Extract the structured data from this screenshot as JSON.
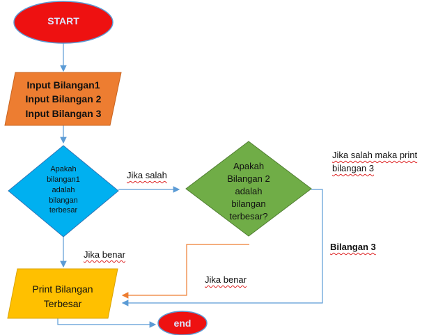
{
  "nodes": {
    "start": {
      "text": "START",
      "fill": "#ee1111",
      "stroke": "#5b9bd5",
      "text_color": "#dde6ff"
    },
    "input": {
      "lines": [
        "Input Bilangan1",
        "Input Bilangan 2",
        "Input Bilangan 3"
      ],
      "fill": "#ed7d31",
      "stroke": "#c86420"
    },
    "decision1": {
      "lines": [
        "Apakah",
        "bilangan1",
        "adalah",
        "bilangan",
        "terbesar"
      ],
      "fill": "#00b0f0",
      "stroke": "#2e75b6"
    },
    "decision2": {
      "lines": [
        "Apakah",
        "Bilangan 2",
        "adalah",
        "bilangan",
        "terbesar?"
      ],
      "fill": "#70ad47",
      "stroke": "#507e32"
    },
    "print": {
      "lines": [
        "Print Bilangan",
        "Terbesar"
      ],
      "fill": "#ffc000",
      "stroke": "#d9a300"
    },
    "end": {
      "text": "end",
      "fill": "#ee1111",
      "stroke": "#5b9bd5",
      "text_color": "#dde6ff"
    }
  },
  "labels": {
    "jika_salah": "Jika salah",
    "jika_benar_1": "Jika benar",
    "jika_benar_2": "Jika benar",
    "jika_salah_maka_line1": "Jika salah maka print",
    "jika_salah_maka_line2": "bilangan 3",
    "bilangan3": "Bilangan 3"
  },
  "colors": {
    "arrow_blue": "#5b9bd5",
    "arrow_orange": "#ed7d31"
  }
}
